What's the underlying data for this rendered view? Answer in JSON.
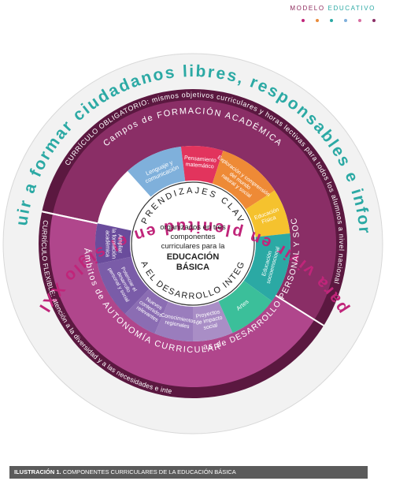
{
  "header": {
    "title_part1": "MODELO",
    "title_part2": "EDUCATIVO",
    "dot_colors": [
      "#c0257a",
      "#e98b3a",
      "#2ba9a4",
      "#7fb0db",
      "#d86fa2",
      "#8a2e66"
    ]
  },
  "outer_ring": {
    "top_text": "Contribuir a formar ciudadanos libres, responsables e informados",
    "bottom_text": "para vivir en plenitud en el siglo XXI"
  },
  "band": {
    "obligatorio": "CURRÍCULO OBLIGATORIO: mismos objetivos curriculares y horas lectivas para todos los alumnos a nivel nacional",
    "flexible": "CURRÍCULO FLEXIBLE: atención a la diversidad y a las necesidades e intereses individuales"
  },
  "fields": {
    "formacion": "Campos de FORMACIÓN ACADÉMICA",
    "personal": "Áreas de DESARROLLO PERSONAL Y SOCIAL",
    "autonomia": "Ámbitos de AUTONOMÍA CURRICULAR"
  },
  "segments": {
    "lenguaje": [
      "Lenguaje y",
      "comunicación"
    ],
    "pensamiento": [
      "Pensamiento",
      "matemático"
    ],
    "exploracion": [
      "Exploración y comprensión",
      "del mundo",
      "natural y social"
    ],
    "fisica": [
      "Educación",
      "Física"
    ],
    "socioemocional": [
      "Educación",
      "socioemocional"
    ],
    "artes": [
      "Artes"
    ],
    "proyectos": [
      "Proyectos",
      "de impacto",
      "social"
    ],
    "conocimientos": [
      "Conocimientos",
      "regionales"
    ],
    "nuevos": [
      "Nuevos",
      "contenidos",
      "relevantes"
    ],
    "potenciar": [
      "Potenciar el",
      "desarrollo",
      "personal y social"
    ],
    "ampliar": [
      "Ampliar",
      "la formación",
      "académica"
    ]
  },
  "center": {
    "arc_top": "APRENDIZAJES CLAVE",
    "arc_bottom": "PARA EL DESARROLLO INTEGRAL",
    "line1": "organizados en tres",
    "line2": "componentes",
    "line3": "curriculares para la",
    "line4": "EDUCACIÓN",
    "line5": "BÁSICA"
  },
  "colors": {
    "outer_ring": "#f2f2f2",
    "dark_band": "#5b1840",
    "field_ring": "#8a2e66",
    "autonomia_ring": "#b0468c",
    "lenguaje": "#7fb0db",
    "pensamiento": "#e2345d",
    "exploracion": "#ee8a36",
    "fisica": "#f5c22e",
    "socioemocional": "#2ba9a4",
    "artes": "#3bbf9a",
    "proyectos": "#a98ec6",
    "conocimientos": "#9a7dbd",
    "nuevos": "#8b6db3",
    "potenciar": "#7a5ca8",
    "ampliar": "#6a4c9c",
    "teal_text": "#2ba9a4",
    "pink_text": "#c0257a"
  },
  "caption": {
    "label": "ILUSTRACIÓN 1.",
    "text": "COMPONENTES CURRICULARES DE LA EDUCACIÓN BÁSICA"
  }
}
